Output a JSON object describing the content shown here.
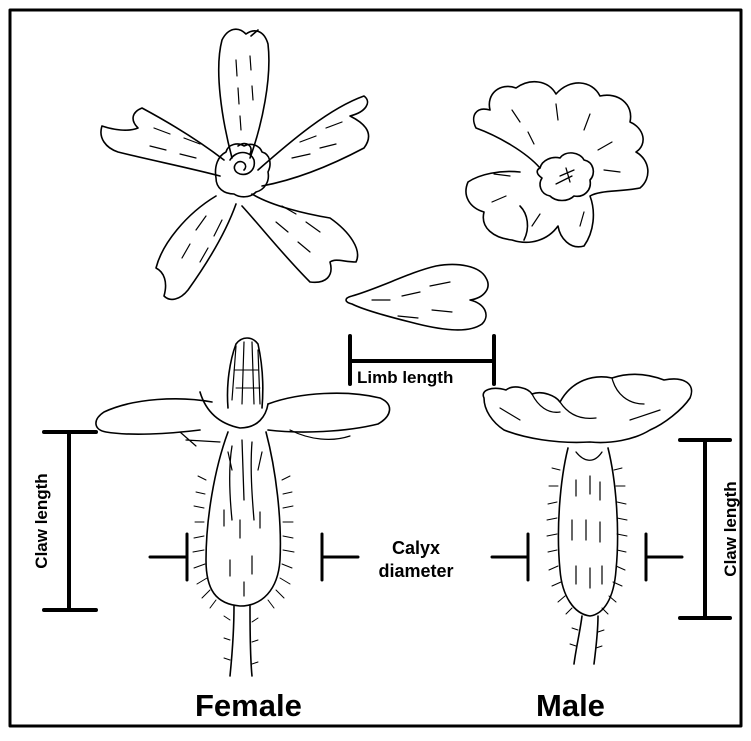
{
  "figure": {
    "labels": {
      "limb_length": "Limb length",
      "claw_length_left": "Claw length",
      "claw_length_right": "Claw length",
      "calyx_line1": "Calyx",
      "calyx_line2": "diameter",
      "female": "Female",
      "male": "Male"
    },
    "colors": {
      "ink": "#000000",
      "paper": "#ffffff",
      "border": "#000000"
    }
  }
}
